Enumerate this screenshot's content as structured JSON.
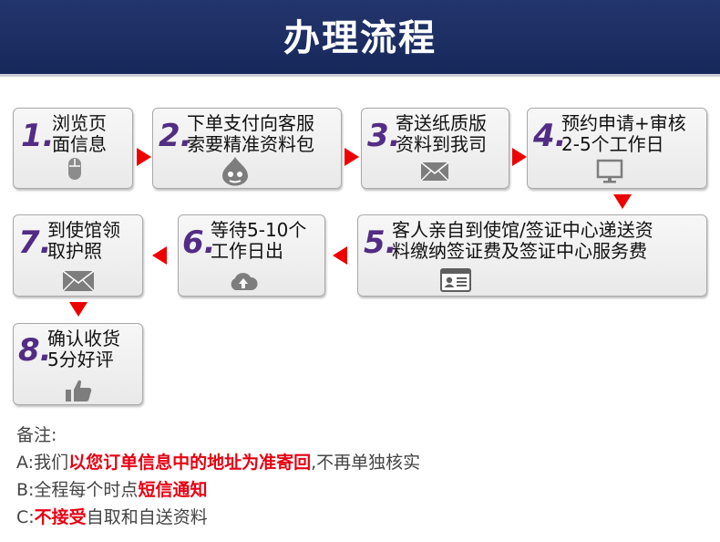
{
  "header": {
    "title": "办理流程"
  },
  "steps": [
    {
      "num": "1.",
      "text": "浏览页\n面信息",
      "icon": "mouse-icon"
    },
    {
      "num": "2.",
      "text": "下单支付向客服\n索要精准资料包",
      "icon": "drupal-drop-icon"
    },
    {
      "num": "3.",
      "text": "寄送纸质版\n资料到我司",
      "icon": "envelope-icon"
    },
    {
      "num": "4.",
      "text": "预约申请+审核\n2-5个工作日",
      "icon": "monitor-icon"
    },
    {
      "num": "5.",
      "text": "客人亲自到使馆/签证中心递送资\n料缴纳签证费及签证中心服务费",
      "icon": "id-card-icon"
    },
    {
      "num": "6.",
      "text": "等待5-10个\n工作日出",
      "icon": "cloud-upload-icon"
    },
    {
      "num": "7.",
      "text": "到使馆领\n取护照",
      "icon": "envelope-icon"
    },
    {
      "num": "8.",
      "text": "确认收货\n5分好评",
      "icon": "thumbs-up-icon"
    }
  ],
  "notes": {
    "heading": "备注:",
    "lines": [
      {
        "prefix": "A:我们",
        "highlight": "以您订单信息中的地址为准寄回",
        "suffix": ",不再单独核实"
      },
      {
        "prefix": "B:全程每个时点",
        "highlight": "短信通知",
        "suffix": ""
      },
      {
        "prefix": "C:",
        "highlight": "不接受",
        "suffix": "自取和自送资料"
      }
    ]
  },
  "colors": {
    "banner": "#1c2f64",
    "step_number": "#522c85",
    "arrow": "#ee0000",
    "highlight": "#e60012",
    "icon": "#888888"
  }
}
